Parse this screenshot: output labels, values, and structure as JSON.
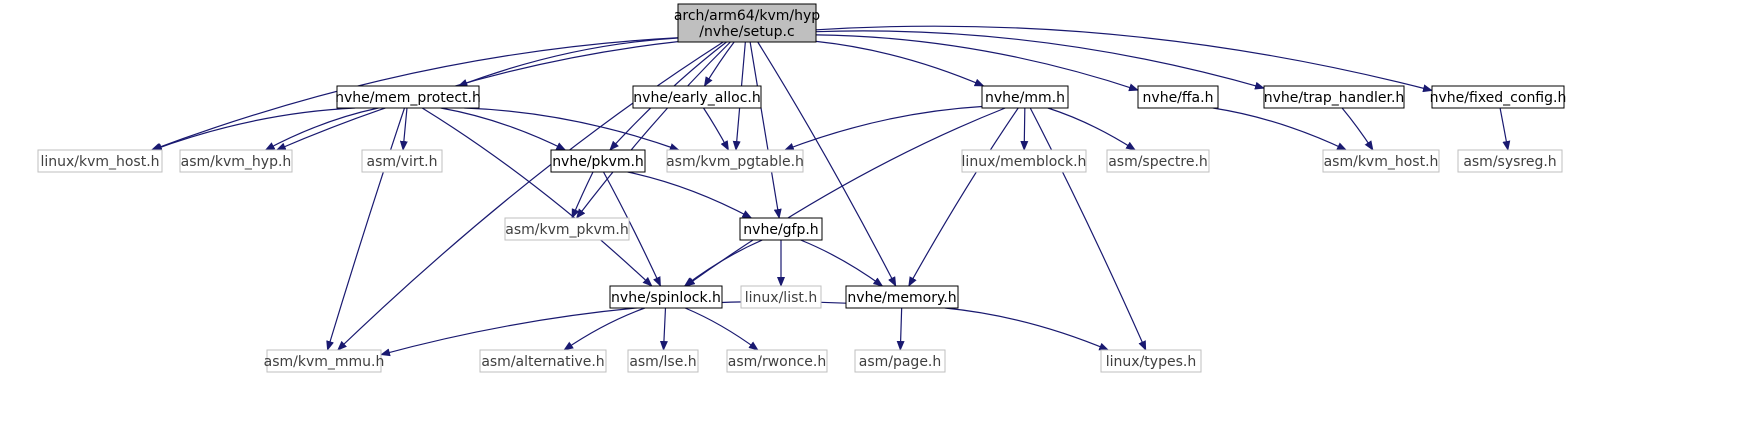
{
  "diagram": {
    "nodes": [
      {
        "id": "root",
        "label_lines": [
          "arch/arm64/kvm/hyp",
          "/nvhe/setup.c"
        ],
        "kind": "root"
      },
      {
        "id": "mem_protect",
        "label_lines": [
          "nvhe/mem_protect.h"
        ],
        "kind": "local"
      },
      {
        "id": "early_alloc",
        "label_lines": [
          "nvhe/early_alloc.h"
        ],
        "kind": "local"
      },
      {
        "id": "mm",
        "label_lines": [
          "nvhe/mm.h"
        ],
        "kind": "local"
      },
      {
        "id": "ffa",
        "label_lines": [
          "nvhe/ffa.h"
        ],
        "kind": "local"
      },
      {
        "id": "trap_handler",
        "label_lines": [
          "nvhe/trap_handler.h"
        ],
        "kind": "local"
      },
      {
        "id": "fixed_config",
        "label_lines": [
          "nvhe/fixed_config.h"
        ],
        "kind": "local"
      },
      {
        "id": "linux_kvm_host",
        "label_lines": [
          "linux/kvm_host.h"
        ],
        "kind": "external"
      },
      {
        "id": "asm_kvm_hyp",
        "label_lines": [
          "asm/kvm_hyp.h"
        ],
        "kind": "external"
      },
      {
        "id": "asm_virt",
        "label_lines": [
          "asm/virt.h"
        ],
        "kind": "external"
      },
      {
        "id": "pkvm",
        "label_lines": [
          "nvhe/pkvm.h"
        ],
        "kind": "local"
      },
      {
        "id": "asm_kvm_pgtable",
        "label_lines": [
          "asm/kvm_pgtable.h"
        ],
        "kind": "external"
      },
      {
        "id": "linux_memblock",
        "label_lines": [
          "linux/memblock.h"
        ],
        "kind": "external"
      },
      {
        "id": "asm_spectre",
        "label_lines": [
          "asm/spectre.h"
        ],
        "kind": "external"
      },
      {
        "id": "asm_kvm_host",
        "label_lines": [
          "asm/kvm_host.h"
        ],
        "kind": "external"
      },
      {
        "id": "asm_sysreg",
        "label_lines": [
          "asm/sysreg.h"
        ],
        "kind": "external"
      },
      {
        "id": "asm_kvm_pkvm",
        "label_lines": [
          "asm/kvm_pkvm.h"
        ],
        "kind": "external"
      },
      {
        "id": "gfp",
        "label_lines": [
          "nvhe/gfp.h"
        ],
        "kind": "local"
      },
      {
        "id": "spinlock",
        "label_lines": [
          "nvhe/spinlock.h"
        ],
        "kind": "local"
      },
      {
        "id": "linux_list",
        "label_lines": [
          "linux/list.h"
        ],
        "kind": "external"
      },
      {
        "id": "memory",
        "label_lines": [
          "nvhe/memory.h"
        ],
        "kind": "local"
      },
      {
        "id": "asm_kvm_mmu",
        "label_lines": [
          "asm/kvm_mmu.h"
        ],
        "kind": "external"
      },
      {
        "id": "asm_alternative",
        "label_lines": [
          "asm/alternative.h"
        ],
        "kind": "external"
      },
      {
        "id": "asm_lse",
        "label_lines": [
          "asm/lse.h"
        ],
        "kind": "external"
      },
      {
        "id": "asm_rwonce",
        "label_lines": [
          "asm/rwonce.h"
        ],
        "kind": "external"
      },
      {
        "id": "asm_page",
        "label_lines": [
          "asm/page.h"
        ],
        "kind": "external"
      },
      {
        "id": "linux_types",
        "label_lines": [
          "linux/types.h"
        ],
        "kind": "external"
      }
    ],
    "edges": [
      [
        "root",
        "mem_protect"
      ],
      [
        "root",
        "early_alloc"
      ],
      [
        "root",
        "mm"
      ],
      [
        "root",
        "ffa"
      ],
      [
        "root",
        "trap_handler"
      ],
      [
        "root",
        "fixed_config"
      ],
      [
        "root",
        "linux_kvm_host"
      ],
      [
        "root",
        "asm_kvm_hyp"
      ],
      [
        "root",
        "pkvm"
      ],
      [
        "root",
        "asm_kvm_pgtable"
      ],
      [
        "root",
        "asm_kvm_pkvm"
      ],
      [
        "root",
        "gfp"
      ],
      [
        "root",
        "memory"
      ],
      [
        "root",
        "asm_kvm_mmu"
      ],
      [
        "mem_protect",
        "linux_kvm_host"
      ],
      [
        "mem_protect",
        "asm_kvm_hyp"
      ],
      [
        "mem_protect",
        "asm_virt"
      ],
      [
        "mem_protect",
        "pkvm"
      ],
      [
        "mem_protect",
        "asm_kvm_pgtable"
      ],
      [
        "mem_protect",
        "asm_kvm_mmu"
      ],
      [
        "mem_protect",
        "spinlock"
      ],
      [
        "early_alloc",
        "asm_kvm_pgtable"
      ],
      [
        "mm",
        "asm_kvm_pgtable"
      ],
      [
        "mm",
        "linux_memblock"
      ],
      [
        "mm",
        "asm_spectre"
      ],
      [
        "mm",
        "spinlock"
      ],
      [
        "mm",
        "memory"
      ],
      [
        "mm",
        "linux_types"
      ],
      [
        "trap_handler",
        "asm_kvm_host"
      ],
      [
        "ffa",
        "asm_kvm_host"
      ],
      [
        "fixed_config",
        "asm_sysreg"
      ],
      [
        "pkvm",
        "asm_kvm_pkvm"
      ],
      [
        "pkvm",
        "gfp"
      ],
      [
        "pkvm",
        "spinlock"
      ],
      [
        "gfp",
        "spinlock"
      ],
      [
        "gfp",
        "linux_list"
      ],
      [
        "gfp",
        "memory"
      ],
      [
        "spinlock",
        "asm_alternative"
      ],
      [
        "spinlock",
        "asm_lse"
      ],
      [
        "spinlock",
        "asm_rwonce"
      ],
      [
        "memory",
        "asm_kvm_mmu"
      ],
      [
        "memory",
        "asm_page"
      ],
      [
        "memory",
        "linux_types"
      ]
    ],
    "colors": {
      "edge": "#191970",
      "root_fill": "#bfbfbf",
      "local_border": "#000000",
      "external_border": "#bfbfbf",
      "external_text": "#404040",
      "text": "#000000"
    }
  }
}
